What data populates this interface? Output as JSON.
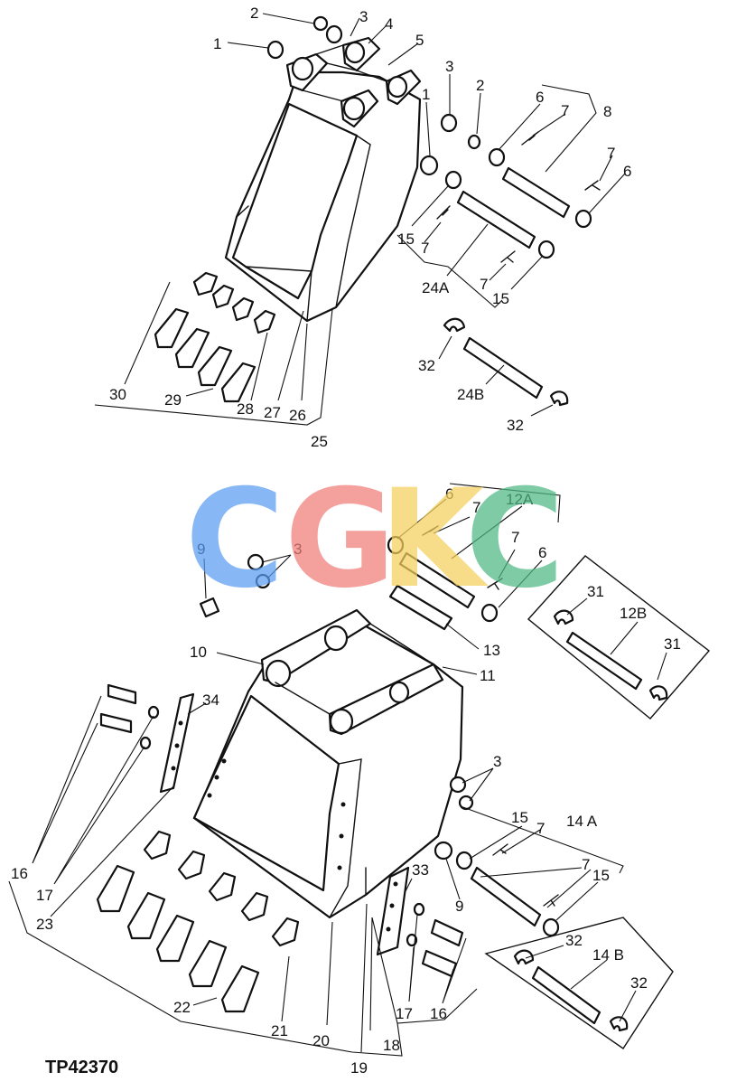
{
  "figure_code": "TP42370",
  "watermark": {
    "letters": [
      {
        "char": "C",
        "color": "#5b9cf2"
      },
      {
        "char": "G",
        "color": "#f07c78"
      },
      {
        "char": "K",
        "color": "#f5d15c"
      },
      {
        "char": "C",
        "color": "#4fb884"
      }
    ]
  },
  "callouts": {
    "c1a": "1",
    "c2a": "2",
    "c3a": "3",
    "c4": "4",
    "c5": "5",
    "c3b": "3",
    "c2b": "2",
    "c1b": "1",
    "c6a": "6",
    "c7a": "7",
    "c8": "8",
    "c7b": "7",
    "c6b": "6",
    "c15a": "15",
    "c7c": "7",
    "c7d": "7",
    "c24a": "24A",
    "c15b": "15",
    "c32a": "32",
    "c24b": "24B",
    "c32b": "32",
    "c30": "30",
    "c29": "29",
    "c28": "28",
    "c27": "27",
    "c26": "26",
    "c25": "25",
    "c6c": "6",
    "c12a": "12A",
    "c7e": "7",
    "c9a": "9",
    "c3c": "3",
    "c7f": "7",
    "c6d": "6",
    "c31a": "31",
    "c12b": "12B",
    "c31b": "31",
    "c13": "13",
    "c10": "10",
    "c11": "11",
    "c34": "34",
    "c3d": "3",
    "c15c": "15",
    "c7g": "7",
    "c14a": "14 A",
    "c7h": "7",
    "c15d": "15",
    "c33": "33",
    "c9b": "9",
    "c32c": "32",
    "c14b": "14 B",
    "c32d": "32",
    "c16a": "16",
    "c17a": "17",
    "c23": "23",
    "c22": "22",
    "c21": "21",
    "c20": "20",
    "c18": "18",
    "c17b": "17",
    "c16b": "16",
    "c19": "19"
  }
}
